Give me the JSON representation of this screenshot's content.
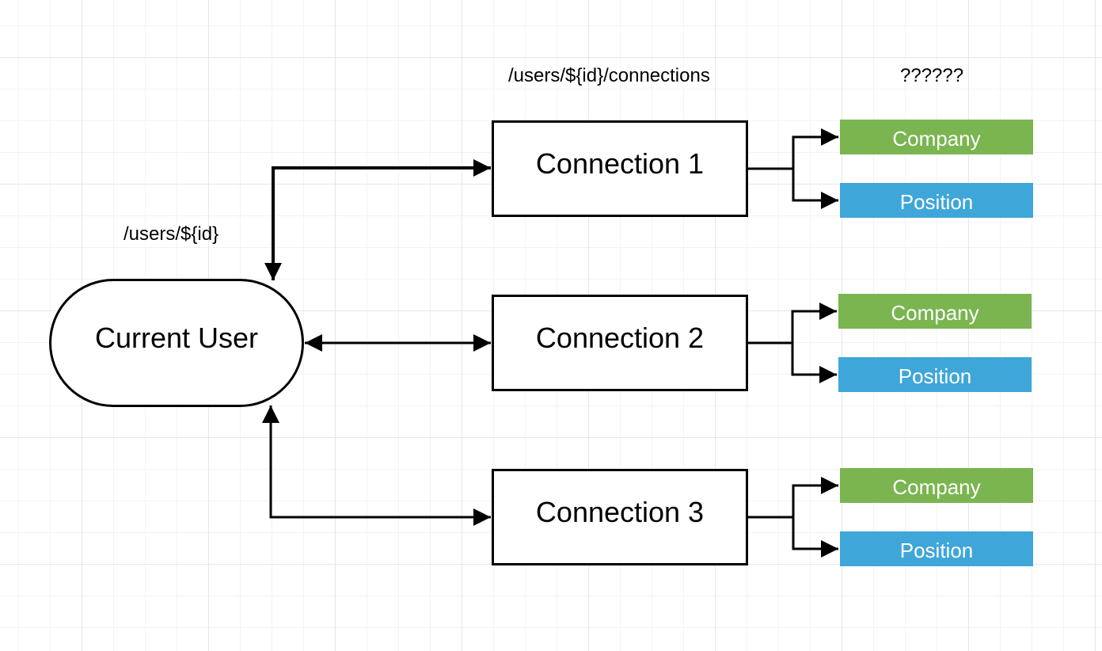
{
  "labels": {
    "user_endpoint": "/users/${id}",
    "connections_endpoint": "/users/${id}/connections",
    "unknown_endpoint": "??????"
  },
  "current_user": {
    "label": "Current User"
  },
  "connections": [
    {
      "label": "Connection 1",
      "company": "Company",
      "position": "Position"
    },
    {
      "label": "Connection 2",
      "company": "Company",
      "position": "Position"
    },
    {
      "label": "Connection 3",
      "company": "Company",
      "position": "Position"
    }
  ],
  "colors": {
    "company": "#7ab550",
    "position": "#3fa6d9",
    "stroke": "#000000",
    "grid": "#e6e6e6"
  }
}
